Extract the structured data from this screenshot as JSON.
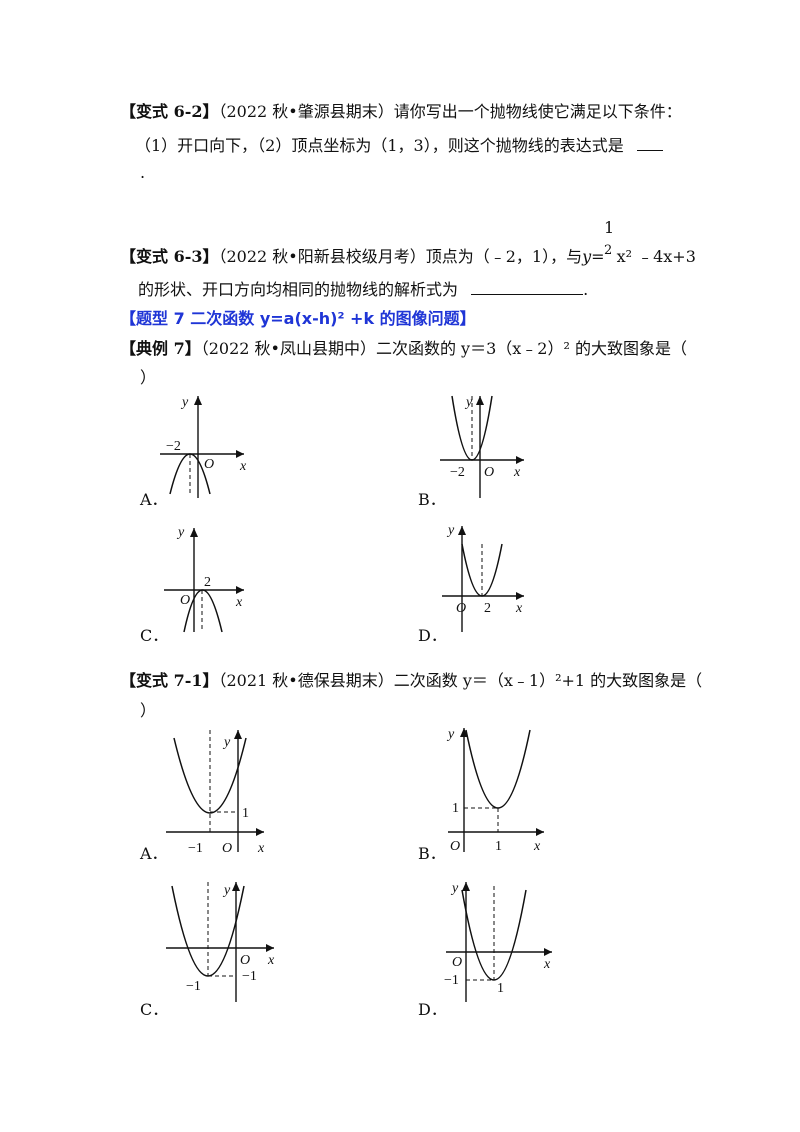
{
  "q62": {
    "tag": "【变式 6-2】",
    "source": "（2022 秋•肇源县期末）",
    "stem": "请你写出一个抛物线使它满足以下条件：",
    "cond": "（1）开口向下，（2）顶点坐标为（1，3），则这个抛物线的表达式是",
    "end": "."
  },
  "q63": {
    "tag": "【变式 6-3】",
    "source": "（2022 秋•阳新县校级月考）",
    "stem_a": "顶点为（﹣2，1），与",
    "y_eq": "y=",
    "frac_num": "1",
    "frac_den": "2",
    "tail": "x² ﹣4x+3",
    "line2": "的形状、开口方向均相同的抛物线的解析式为",
    "end": "."
  },
  "heading7": "【题型 7   二次函数 y=a(x-h)² +k 的图像问题】",
  "ex7": {
    "tag": "【典例 7】",
    "source": "（2022 秋•凤山县期中）",
    "stem": "二次函数的 y＝3（x﹣2）² 的大致图象是（",
    "close": "）",
    "labels": {
      "y": "y",
      "x": "x",
      "o": "O",
      "m2": "−2",
      "p2": "2"
    },
    "opts": [
      "A．",
      "B．",
      "C．",
      "D．"
    ]
  },
  "q71": {
    "tag": "【变式 7-1】",
    "source": "（2021 秋•德保县期末）",
    "stem": "二次函数 y＝（x﹣1）²+1 的大致图象是（",
    "close": "）",
    "labels": {
      "y": "y",
      "x": "x",
      "o": "O",
      "m1": "−1",
      "p1": "1"
    },
    "opts": [
      "A．",
      "B．",
      "C．",
      "D．"
    ]
  }
}
